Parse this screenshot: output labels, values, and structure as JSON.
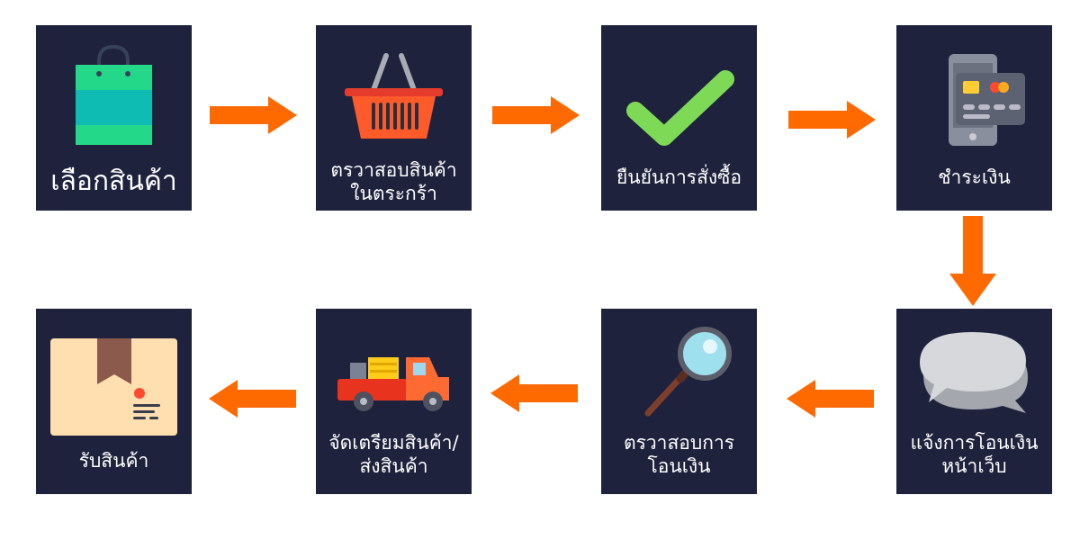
{
  "steps": [
    {
      "lines": [
        "เลือกสินค้า"
      ],
      "icon": "shopping-bag-icon"
    },
    {
      "lines": [
        "ตรวาสอบสินค้า",
        "ในตระกร้า"
      ],
      "icon": "basket-icon"
    },
    {
      "lines": [
        "ยืนยันการสั่งซื้อ"
      ],
      "icon": "checkmark-icon"
    },
    {
      "lines": [
        "ชำระเงิน"
      ],
      "icon": "mobile-payment-icon"
    },
    {
      "lines": [
        "แจ้งการโอนเงิน",
        "หน้าเว็บ"
      ],
      "icon": "speech-bubbles-icon"
    },
    {
      "lines": [
        "ตรวาสอบการ",
        "โอนเงิน"
      ],
      "icon": "magnifier-icon"
    },
    {
      "lines": [
        "จัดเตรียมสินค้า/",
        "ส่งสินค้า"
      ],
      "icon": "delivery-truck-icon"
    },
    {
      "lines": [
        "รับสินค้า"
      ],
      "icon": "parcel-box-icon"
    }
  ],
  "colors": {
    "card_bg": "#1e223c",
    "arrow": "#ff6a00",
    "text": "#ffffff"
  }
}
